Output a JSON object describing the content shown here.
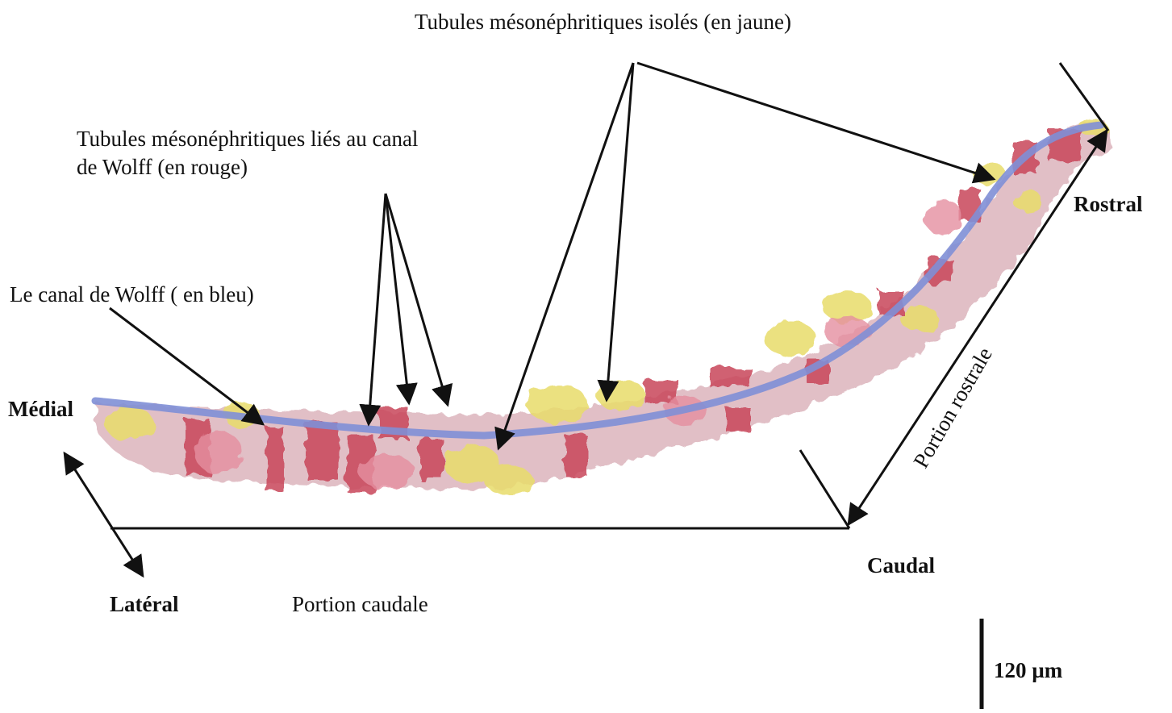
{
  "labels": {
    "isolated_tubules": "Tubules mésonéphritiques isolés (en jaune)",
    "linked_tubules_line1": "Tubules mésonéphritiques liés au canal",
    "linked_tubules_line2": "de Wolff (en rouge)",
    "wolff_duct": "Le canal de Wolff ( en bleu)",
    "medial": "Médial",
    "lateral": "Latéral",
    "caudal_portion": "Portion caudale",
    "caudal": "Caudal",
    "rostral": "Rostral",
    "rostral_portion": "Portion rostrale",
    "scale_bar": "120 µm"
  },
  "colors": {
    "duct_blue": "#7f8fd6",
    "tubule_red": "#c8455a",
    "tubule_pink": "#e58fa0",
    "tubule_yellow": "#e8dc6a",
    "tissue_grey": "#8a7a80",
    "line": "#111111"
  }
}
